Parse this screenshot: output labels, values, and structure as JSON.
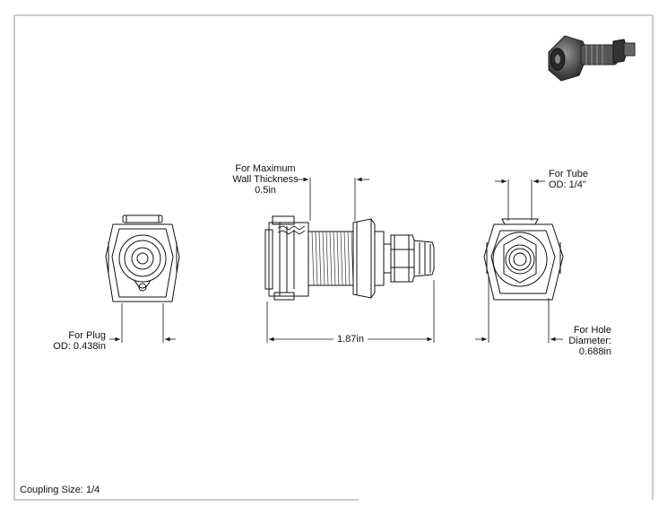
{
  "labels": {
    "wall_thickness": [
      "For Maximum",
      "Wall Thickness",
      "0.5in"
    ],
    "tube_od": [
      "For Tube",
      "OD: 1/4\""
    ],
    "plug_od": [
      "For Plug",
      "OD: 0.438in"
    ],
    "length": "1.87in",
    "hole_diameter": [
      "For Hole",
      "Diameter:",
      "0.688in"
    ],
    "coupling_size": "Coupling Size: 1/4"
  }
}
